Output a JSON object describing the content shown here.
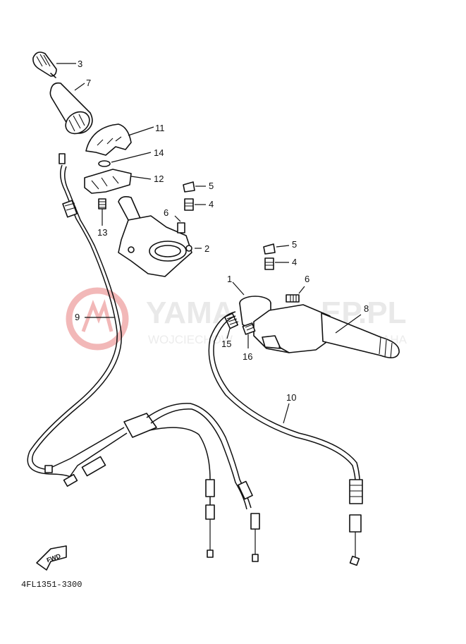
{
  "watermark": {
    "brand": "YAMA",
    "brand_suffix": "EP.PL",
    "sub": "WOJCIECHOW",
    "sub_suffix": "DEALER YAMAHA",
    "color": "#f0b0b0"
  },
  "part_code": "4FL1351-3300",
  "fwd_label": "FWD",
  "callouts": {
    "c3": "3",
    "c7": "7",
    "c11": "11",
    "c14": "14",
    "c12": "12",
    "c5a": "5",
    "c4a": "4",
    "c6a": "6",
    "c13": "13",
    "c2": "2",
    "c5b": "5",
    "c4b": "4",
    "c1": "1",
    "c6b": "6",
    "c8": "8",
    "c9": "9",
    "c15": "15",
    "c16": "16",
    "c10": "10"
  }
}
